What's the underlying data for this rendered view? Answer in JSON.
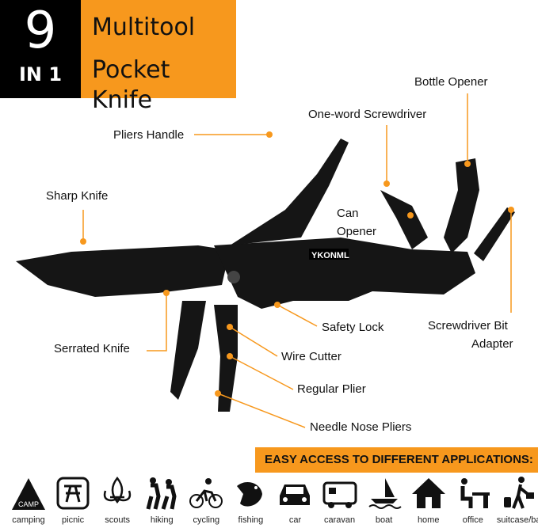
{
  "header": {
    "number": "9",
    "in_one": "IN 1",
    "title_line1": "Multitool",
    "title_line2": "Pocket Knife"
  },
  "product": {
    "brand": "YKONML"
  },
  "labels": {
    "pliers_handle": "Pliers Handle",
    "one_word_screwdriver": "One-word Screwdriver",
    "bottle_opener": "Bottle Opener",
    "sharp_knife": "Sharp Knife",
    "can_opener_1": "Can",
    "can_opener_2": "Opener",
    "safety_lock": "Safety Lock",
    "screwdriver_bit_1": "Screwdriver Bit",
    "screwdriver_bit_2": "Adapter",
    "serrated_knife": "Serrated Knife",
    "wire_cutter": "Wire Cutter",
    "regular_plier": "Regular Plier",
    "needle_nose": "Needle Nose Pliers"
  },
  "banner": "EASY ACCESS TO DIFFERENT APPLICATIONS:",
  "applications": [
    {
      "label": "camping",
      "icon_text": "CAMP"
    },
    {
      "label": "picnic"
    },
    {
      "label": "scouts"
    },
    {
      "label": "hiking"
    },
    {
      "label": "cycling"
    },
    {
      "label": "fishing"
    },
    {
      "label": "car"
    },
    {
      "label": "caravan"
    },
    {
      "label": "boat"
    },
    {
      "label": "home"
    },
    {
      "label": "office"
    },
    {
      "label": "suitcase/bag"
    }
  ],
  "colors": {
    "accent": "#f7981d",
    "dark": "#000000"
  }
}
